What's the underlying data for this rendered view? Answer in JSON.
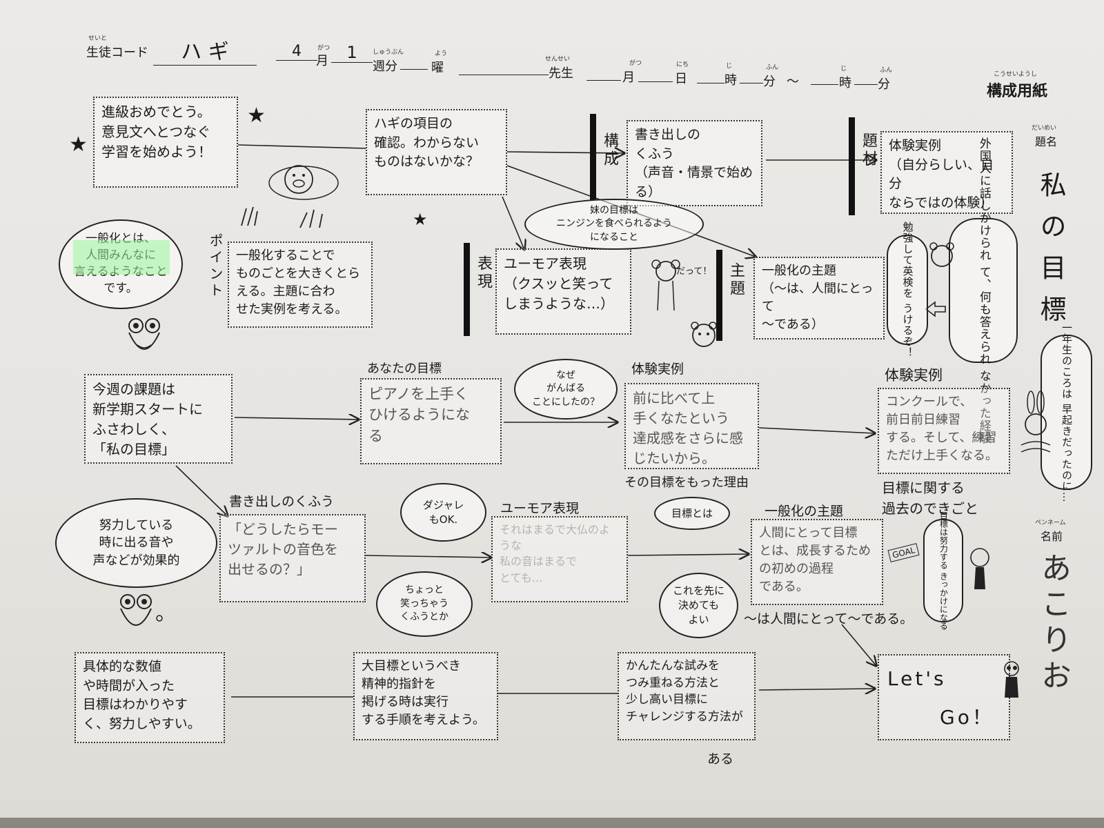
{
  "header": {
    "student_code_ruby": "せいと",
    "student_code_label": "生徒コード",
    "student_code_value": "ハ ギ",
    "month_value": "4",
    "month_label": "月",
    "month_ruby": "がつ",
    "week_value": "1",
    "week_label": "週分",
    "week_ruby": "しゅうぶん",
    "day_label": "曜",
    "day_ruby": "よう",
    "teacher_label": "先生",
    "teacher_ruby": "せんせい",
    "date_month_label": "月",
    "date_month_ruby": "がつ",
    "date_day_label": "日",
    "date_day_ruby": "にち",
    "hour_label": "時",
    "hour_ruby": "じ",
    "minute_label": "分",
    "minute_ruby": "ふん",
    "tilde": "～",
    "end_hour_label": "時",
    "end_hour_ruby": "じ",
    "end_minute_label": "分",
    "end_minute_ruby": "ふん",
    "form_title": "構成用紙",
    "form_title_ruby": "こうせいようし"
  },
  "sidebar": {
    "title_label": "題名",
    "title_ruby": "だいめい",
    "title_value": "私の目標",
    "name_label": "名前",
    "name_ruby": "ペンネーム",
    "name_value": "あこりお"
  },
  "boxes": {
    "intro": "進級おめでとう。\n意見文へとつなぐ\n学習を始めよう！",
    "check": "ハギの項目の\n確認。わからない\nものはないかな？",
    "opening": "書き出しの\nくふう\n（声音・情景で始める）",
    "example": "体験実例\n（自分らしい、自分\nならではの体験）",
    "point": "一般化することで\nものごとを大きくとら\nえる。主題に合わ\nせた実例を考える。",
    "humor": "ユーモア表現\n（クスッと笑って\nしまうような…）",
    "theme": "一般化の主題\n（～は、人間にとって\n～である）",
    "task": "今週の課題は\n新学期スタートに\nふさわしく、\n「私の目標」",
    "your_goal": "ピアノを上手く\nひけるようにな\nる",
    "exp1": "前に比べて上\n手くなたという\n達成感をさらに感じたいから。",
    "exp2": "コンクールで、\n前日前日練習\nする。そして、練習\nただけ上手くなる。",
    "opening_answer": "「どうしたらモー\nツァルトの音色を\n出せるの？」",
    "humor_answer": "それはまるで大仏のような\n私の音はまるで\nとても…",
    "theme_answer": "人間にとって目標\nとは、成長するため\nの初めの過程\nである。",
    "tip1": "具体的な数値\nや時間が入った\n目標はわかりやす\nく、努力しやすい。",
    "tip2": "大目標というべき\n精神的指針を\n掲げる時は実行\nする手順を考えよう。",
    "tip3": "かんたんな試みを\nつみ重ねる方法と\n少し高い目標に\nチャレンジする方法が",
    "tip3_tail": "ある",
    "letsgo_1": "Let's",
    "letsgo_2": "Go！"
  },
  "side_labels": {
    "structure": "構成",
    "material": "題材",
    "expression": "表現",
    "theme": "主題",
    "point": "ポイント"
  },
  "section_labels": {
    "your_goal": "あなたの目標",
    "exp1": "体験実例",
    "exp2": "体験実例",
    "reason": "その目標をもった理由",
    "past": "目標に関する\n過去のできごと",
    "opening": "書き出しのくふう",
    "humor": "ユーモア表現",
    "theme": "一般化の主題",
    "theme_formula": "～は人間にとって～である。",
    "goal_sign": "GOAL"
  },
  "bubbles": {
    "general": "一般化とは、\n人間みんなに\n言えるようなこと\nです。",
    "general_highlight": "人間みんなに\n言えるようなこと",
    "sister": "妹の目標は\nニンジンを食べられるよう\nになること",
    "sister_tail": "だって！",
    "foreign": "外国人に話しかけられ\nて、何も答えられ\nなかった経験",
    "study": "勉強して英検を\nうけるぞ！",
    "why": "なぜ\nがんばる\nことにしたの？",
    "first_grade": "一年生のころは\n早起きだったのに…",
    "effort": "努力している\n時に出る音や\n声などが効果的",
    "pun": "ダジャレ\nもOK.",
    "laugh": "ちょっと\n笑っちゃう\nくふうとか",
    "goal_is": "目標とは",
    "decide": "これを先に\n決めても\nよい",
    "goal_effort": "目標は努力する\nきっかけになる"
  },
  "icons": [
    "pig-icon",
    "bear-icon",
    "frog-icon",
    "rabbit-icon",
    "mouse-icon",
    "panda-icon",
    "star-icon",
    "grass-icon"
  ]
}
